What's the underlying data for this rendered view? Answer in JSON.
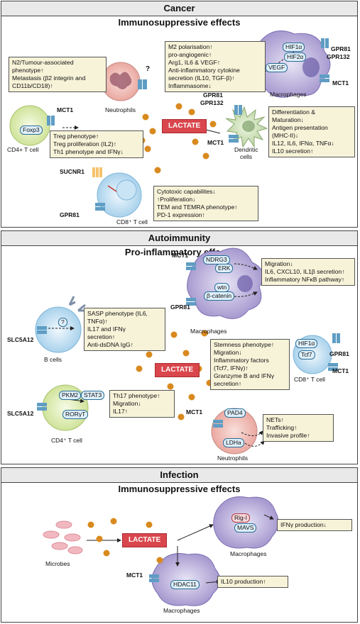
{
  "sections": {
    "cancer": {
      "title": "Cancer",
      "subtitle": "Immunosuppressive effects"
    },
    "autoimmunity": {
      "title": "Autoimmunity",
      "subtitle": "Pro-inflammatory effects"
    },
    "infection": {
      "title": "Infection",
      "subtitle": "Immunosuppressive effects"
    }
  },
  "lactate_label": "LACTATE",
  "cancer": {
    "neutrophil_box": [
      "N2/Tumour-associated",
      "phenotype↑",
      "Metastasis (β2 integrin and",
      "CD11b/CD18)↑"
    ],
    "neutrophil_label": "Neutrophils",
    "neutrophil_q": "?",
    "macrophage_box": [
      "M2 polarisation↑",
      "pro-angiogenic↑",
      "Arg1, IL6 & VEGF↑",
      "Anti-inflammatory cytokine",
      "secretion (IL10, TGF-β)↑",
      "Inflammasome↓"
    ],
    "macrophage_label": "Macrophages",
    "hif1a": "HIF1α",
    "hif2a": "HIF2α",
    "vegf": "VEGF",
    "gpr81": "GPR81",
    "gpr132": "GPR132",
    "mct1": "MCT1",
    "foxp3": "Foxp3",
    "cd4_label": "CD4+ T cell",
    "treg_box": [
      "Treg phenotype↑",
      "Treg proliferation (IL2)↑",
      "Th1 phenotype and IFNγ↓"
    ],
    "dc_box": [
      "Differentiation &",
      "Maturation↓",
      "Antigen presentation",
      "(MHC-II)↓",
      "IL12, IL6, IFNα, TNFα↓",
      "IL10 secretion↑"
    ],
    "dc_label_1": "Dendritic",
    "dc_label_2": "cells",
    "sucnr1": "SUCNR1",
    "cd8_box": [
      "Cytotoxic capabilites↓",
      "↑Proliferation↓",
      "TEM and TEMRA phenotype↑",
      "PD-1 expression↑"
    ],
    "cd8_label": "CD8⁺ T cell"
  },
  "autoimmunity": {
    "macrophage_box": [
      "Migration↓",
      "IL6, CXCL10, IL1β secretion↑",
      "Inflammatory NFκB pathway↑"
    ],
    "ndrg3": "NDRG3",
    "erk": "ERK",
    "wtn": "wtn",
    "bcat": "β-catenin",
    "mct1": "MCT1",
    "gpr81": "GPR81",
    "macrophage_label": "Macrophages",
    "bcell_box": [
      "SASP phenotype (IL6,",
      "TNFα)↑",
      "IL17 and IFNγ",
      "secretion↑",
      "Anti-dsDNA IgG↑"
    ],
    "bcell_q": "?",
    "slc5a12": "SLC5A12",
    "bcell_label": "B cells",
    "cd8_box": [
      "Stemness phenotype↑",
      "Migration↓",
      "Inflammatory factors",
      "(Tcf7, IFNγ)↑",
      "Granzyme B and IFNγ",
      "secretion↑"
    ],
    "hif1a": "HIF1α",
    "tcf7": "Tcf7",
    "cd8_label": "CD8⁺ T cell",
    "pkm2": "PKM2",
    "stat3": "STAT3",
    "rorgt": "RORγT",
    "cd4_box": [
      "Th17 phenotype↑",
      "Migration↓",
      "IL17↑"
    ],
    "cd4_label": "CD4⁺ T cell",
    "pad4": "PAD4",
    "ldha": "LDHa",
    "neutrophil_box": [
      "NETs↑",
      "Trafficking↑",
      "Invasive profile↑"
    ],
    "neutrophil_label": "Neutrophils"
  },
  "infection": {
    "microbes_label": "Microbes",
    "rigi": "Rig-I",
    "mavs": "MAVS",
    "ifng_box": "IFNγ production↓",
    "macrophage_label_top": "Macrophages",
    "mct1": "MCT1",
    "hdac11": "HDAC11",
    "il10_box": "IL10 production↑",
    "macrophage_label_bottom": "Macrophages"
  },
  "colors": {
    "lactate": "#d9464c",
    "box_fill": "#f7f3d9",
    "dot": "#d98a1f",
    "pill_fill": "#dff0fb",
    "receptor": "#5f9dc4"
  }
}
